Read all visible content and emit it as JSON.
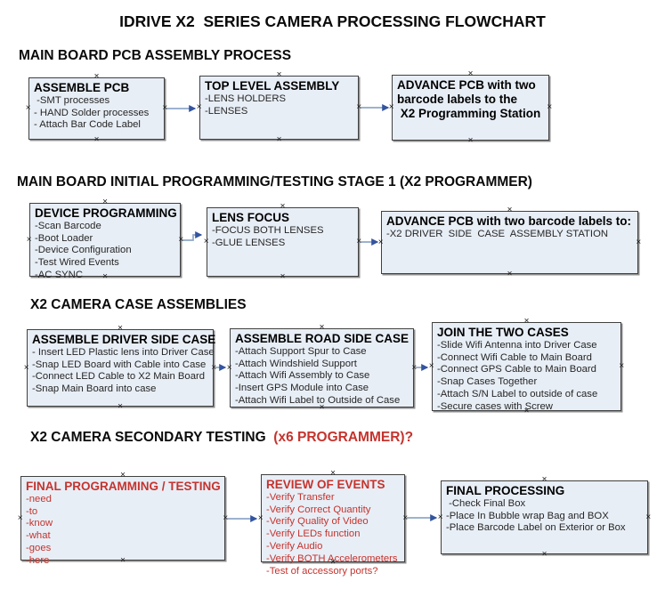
{
  "title": "IDRIVE X2  SERIES CAMERA PROCESSING FLOWCHART",
  "icons": {
    "connection_marker": "×"
  },
  "colors": {
    "box_fill": "#e8eef6",
    "box_border": "#404040",
    "arrow_line": "#8fa7c8",
    "arrow_head": "#33549e",
    "red_text": "#c5332d",
    "black_text": "#0a0a0a"
  },
  "sections": [
    {
      "header": "MAIN BOARD PCB ASSEMBLY PROCESS",
      "boxes": [
        {
          "title": "ASSEMBLE PCB",
          "items": [
            " -SMT processes",
            "- HAND Solder processes",
            "- Attach Bar Code Label"
          ]
        },
        {
          "title": "TOP LEVEL ASSEMBLY",
          "items": [
            "-LENS HOLDERS",
            "-LENSES"
          ]
        },
        {
          "title_lines": [
            "ADVANCE PCB with two",
            "barcode labels to the",
            " X2 Programming Station"
          ],
          "items": []
        }
      ]
    },
    {
      "header": "MAIN BOARD INITIAL PROGRAMMING/TESTING STAGE 1 (X2 PROGRAMMER)",
      "boxes": [
        {
          "title": "DEVICE PROGRAMMING",
          "items": [
            "-Scan Barcode",
            "-Boot Loader",
            "-Device Configuration",
            "-Test Wired Events",
            "-AC SYNC"
          ]
        },
        {
          "title": "LENS FOCUS",
          "items": [
            "-FOCUS BOTH LENSES",
            "-GLUE LENSES"
          ]
        },
        {
          "title": "ADVANCE PCB with two barcode labels to:",
          "items": [
            "-X2 DRIVER  SIDE  CASE  ASSEMBLY STATION"
          ]
        }
      ]
    },
    {
      "header": "X2 CAMERA CASE ASSEMBLIES",
      "boxes": [
        {
          "title": "ASSEMBLE DRIVER SIDE CASE",
          "items": [
            "- Insert LED Plastic lens into Driver Case",
            "-Snap LED Board with Cable into Case",
            "-Connect LED Cable to X2 Main Board",
            "-Snap Main Board into case"
          ]
        },
        {
          "title": "ASSEMBLE ROAD SIDE CASE",
          "items": [
            "-Attach Support Spur to Case",
            "-Attach Windshield Support",
            "-Attach Wifi Assembly to Case",
            "-Insert GPS Module into Case",
            "-Attach Wifi Label to Outside of Case"
          ]
        },
        {
          "title": "JOIN THE TWO CASES",
          "items": [
            "-Slide Wifi Antenna into Driver Case",
            "-Connect Wifi Cable to Main Board",
            "-Connect GPS Cable to Main Board",
            "-Snap Cases Together",
            "-Attach S/N Label to outside of case",
            "-Secure cases with Screw"
          ]
        }
      ]
    },
    {
      "header": "X2 CAMERA SECONDARY TESTING ",
      "header_red": " (x6 PROGRAMMER)?",
      "boxes": [
        {
          "title": "FINAL PROGRAMMING / TESTING",
          "items": [
            "-need",
            "-to",
            "-know",
            "-what",
            "-goes",
            "-here"
          ]
        },
        {
          "title": "REVIEW OF EVENTS",
          "items": [
            "-Verify Transfer",
            "-Verify Correct Quantity",
            "-Verify Quality of Video",
            "-Verify LEDs function",
            "-Verify Audio",
            "-Verify BOTH Accelerometers",
            "-Test of accessory ports?"
          ]
        },
        {
          "title": "FINAL PROCESSING",
          "items": [
            " -Check Final Box",
            "-Place In Bubble wrap Bag and BOX",
            "-Place Barcode Label on Exterior or Box"
          ]
        }
      ]
    }
  ]
}
